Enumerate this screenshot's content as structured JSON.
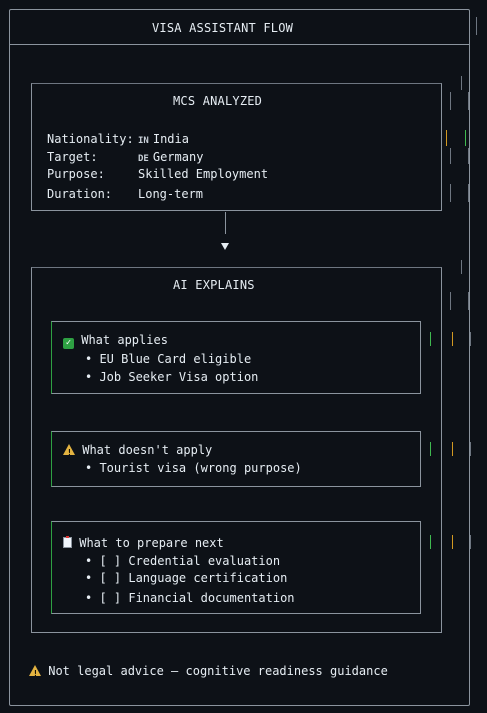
{
  "title": "VISA ASSISTANT FLOW",
  "analyzed": {
    "heading": "MCS ANALYZED",
    "rows": [
      {
        "key": "Nationality:",
        "flag": "IN",
        "value": "India"
      },
      {
        "key": "Target:",
        "flag": "DE",
        "value": "Germany"
      },
      {
        "key": "Purpose:",
        "flag": "",
        "value": "Skilled Employment"
      },
      {
        "key": "Duration:",
        "flag": "",
        "value": "Long-term"
      }
    ]
  },
  "explains": {
    "heading": "AI EXPLAINS",
    "applies": {
      "icon": "check-icon",
      "title": "What applies",
      "items": [
        "EU Blue Card eligible",
        "Job Seeker Visa option"
      ]
    },
    "not_applies": {
      "icon": "warning-icon",
      "title": "What doesn't apply",
      "items": [
        "Tourist visa (wrong purpose)"
      ]
    },
    "prepare": {
      "icon": "clipboard-icon",
      "title": "What to prepare next",
      "items": [
        "[ ] Credential evaluation",
        "[ ] Language certification",
        "[ ] Financial documentation"
      ]
    }
  },
  "footer": {
    "icon": "warning-icon",
    "text": "Not legal advice — cognitive readiness guidance"
  },
  "colors": {
    "background": "#0d1117",
    "text": "#e6edf3",
    "border": "#8b949e",
    "accent_green": "#2ea043",
    "accent_yellow": "#e3b341"
  }
}
